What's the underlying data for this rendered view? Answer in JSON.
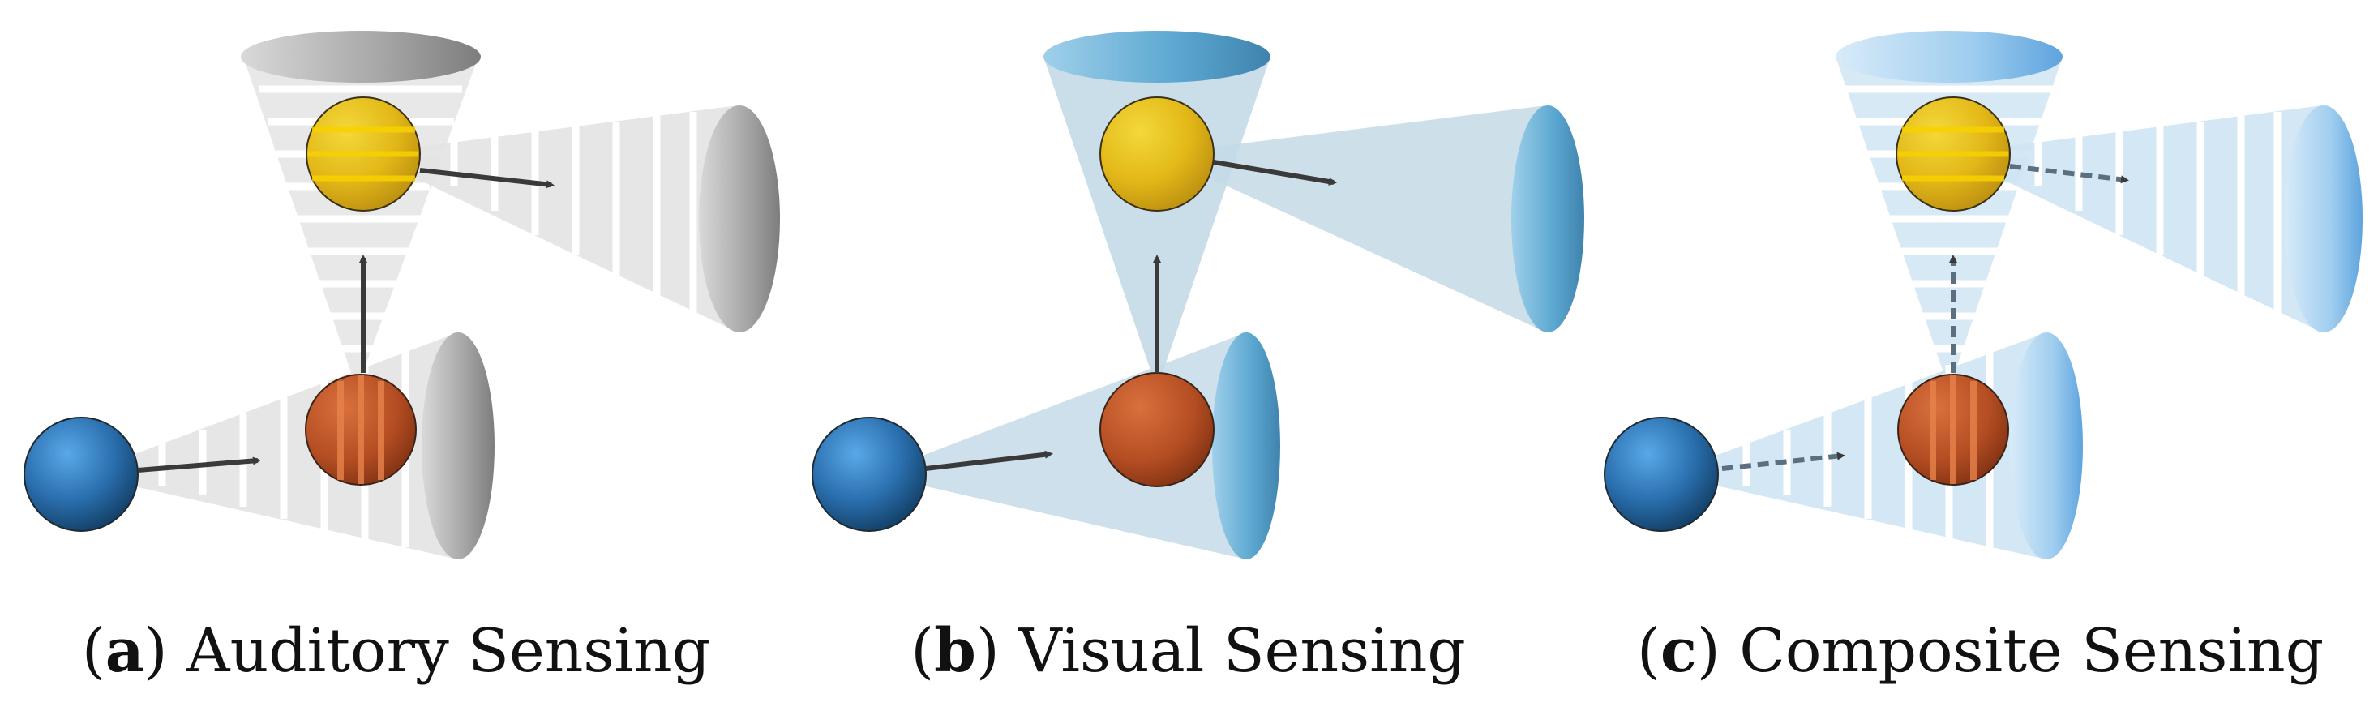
{
  "panels": [
    {
      "letter": "a",
      "title": "Auditory Sensing"
    },
    {
      "letter": "b",
      "title": "Visual Sensing"
    },
    {
      "letter": "c",
      "title": "Composite Sensing"
    }
  ],
  "colors": {
    "source_sphere": "#2f7fc4",
    "relay_sphere": "#c8572a",
    "target_sphere": "#e8c21a",
    "auditory_cone": "#c9c9c9",
    "visual_cone": "#8fb6cc",
    "composite_cone": "#a9cbe8",
    "arrow": "#3a3a3a"
  },
  "icons": [
    "source-sphere-icon",
    "relay-sphere-icon",
    "target-sphere-icon",
    "sound-wave-cone-icon",
    "vision-cone-icon",
    "arrow-icon"
  ]
}
